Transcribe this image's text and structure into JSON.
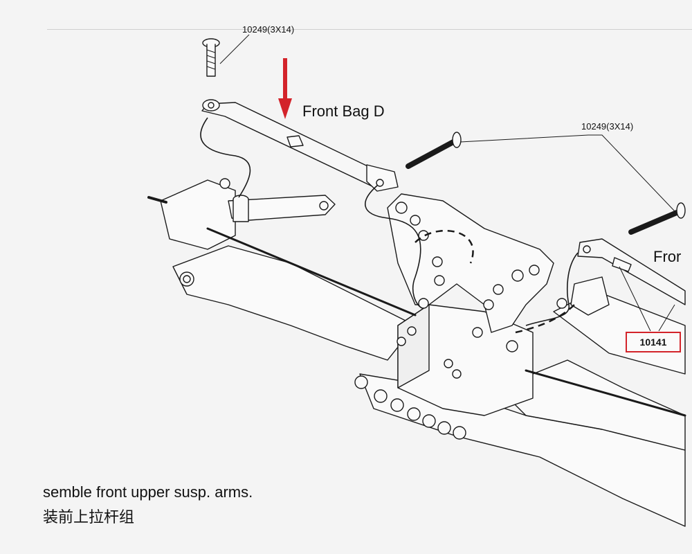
{
  "diagram": {
    "screw_label_top": "10249(3X14)",
    "screw_label_right": "10249(3X14)",
    "bag_label": "Front Bag D",
    "side_label_cut": "Fror",
    "part_number": "10141",
    "caption_en": "semble front upper susp. arms.",
    "caption_zh": "装前上拉杆组",
    "colors": {
      "arrow": "#d3232a",
      "part_box": "#d3232a",
      "line_art": "#1a1a1a",
      "background": "#f4f4f4"
    },
    "icons": {
      "arrow": "down-arrow-icon"
    }
  }
}
